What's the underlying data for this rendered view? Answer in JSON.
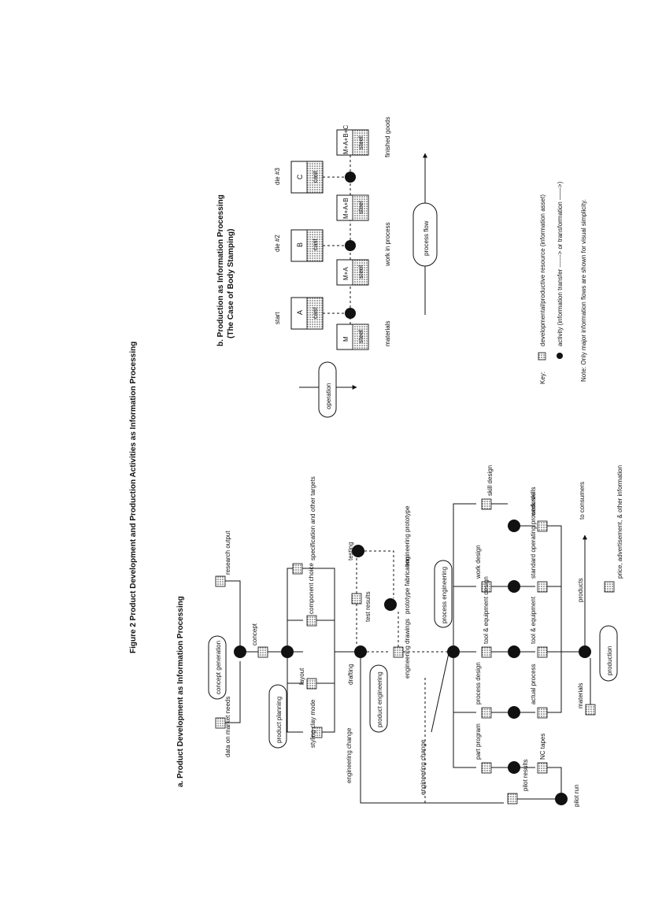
{
  "figure_title": "Figure 2     Product Development and Production Activities as Information Processing",
  "panel_a": {
    "title": "a. Product Development as Information Processing",
    "ovals": {
      "concept_generation": "concept generation",
      "product_planning": "product planning",
      "product_engineering": "product engineering",
      "process_engineering": "process engineering",
      "production": "production"
    },
    "labels": {
      "data_market": "data on market needs",
      "research_output": "research output",
      "concept": "concept",
      "styling": "styling clay mode",
      "layout": "layout",
      "component_choice": "component choice",
      "specification": "specification and other targets",
      "drafting": "drafting",
      "eng_drawings": "engineering drawings",
      "proto_fab": "prototype fabrication",
      "eng_prototype": "engineering prototype",
      "testing": "testing",
      "test_results": "test results",
      "eng_change_1": "engineering change",
      "eng_change_2": "engineering change",
      "part_program": "part program",
      "process_design": "process design",
      "tool_design": "tool & equipment design",
      "work_design": "work design",
      "skill_design": "skill design",
      "nc_tapes": "NC tapes",
      "actual_process": "actual process",
      "tool_equipment": "tool & equipment",
      "standard_ops": "standard operating procedures",
      "work_skills": "work skills",
      "pilot_results": "pilot results",
      "pilot_run": "pilot run",
      "materials": "materials",
      "products": "products",
      "to_consumers": "to consumers",
      "price_adv": "price, advertisement, & other information"
    }
  },
  "panel_b": {
    "title": "b. Production as Information Processing",
    "subtitle": "(The Case of Body Stamping)",
    "die_labels": [
      "start",
      "die #2",
      "die #3"
    ],
    "die_letters": [
      "A",
      "B",
      "C"
    ],
    "die_material": "cast",
    "wip_labels": [
      "M",
      "M+A",
      "M+A+B",
      "M+A+B+C"
    ],
    "wip_material": "steel",
    "materials": "materials",
    "work_in_process": "work in process",
    "finished_goods": "finished goods",
    "operation": "operation",
    "process_flow": "process flow"
  },
  "key": {
    "title": "Key:",
    "resource": "developmental/productive resource (information asset)",
    "activity": "activity (information transfer ------> or transformation ——>)",
    "note": "Note: Only major information flows are shown for visual simplicity."
  },
  "colors": {
    "ink": "#111111",
    "paper": "#ffffff"
  },
  "icons": {
    "activity": "filled-circle",
    "resource": "hatched-box"
  }
}
